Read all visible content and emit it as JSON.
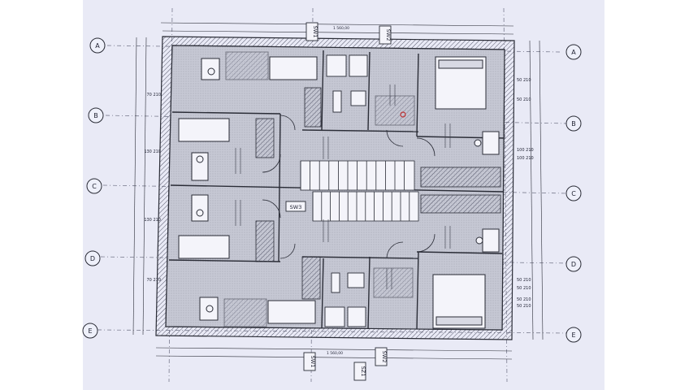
{
  "axis_labels": {
    "rows": [
      "A",
      "B",
      "C",
      "D",
      "E"
    ]
  },
  "section_tags": {
    "top": [
      "SW1",
      "SW2"
    ],
    "middle": "SW3",
    "bottom": [
      "SW1",
      "SZ1",
      "SW2"
    ]
  },
  "dims": {
    "top_overall": "1 560,00",
    "bottom_overall": "1 560,00",
    "right_windows": [
      [
        "50",
        "210"
      ],
      [
        "50",
        "210"
      ],
      [
        "100",
        "210"
      ],
      [
        "100",
        "210"
      ],
      [
        "50",
        "210"
      ],
      [
        "50",
        "210"
      ],
      [
        "50",
        "210"
      ],
      [
        "50",
        "210"
      ]
    ],
    "left_windows": [
      [
        "70",
        "210"
      ],
      [
        "130",
        "210"
      ],
      [
        "130",
        "210"
      ],
      [
        "70",
        "210"
      ]
    ]
  },
  "colors": {
    "paper": "#e9eaf6",
    "ink": "#2a2c36",
    "wall_fill": "#b9bbc8",
    "room_fill": "#c9cbd6",
    "stair_fill": "#f4f4fa",
    "accent_red": "#c03030"
  }
}
